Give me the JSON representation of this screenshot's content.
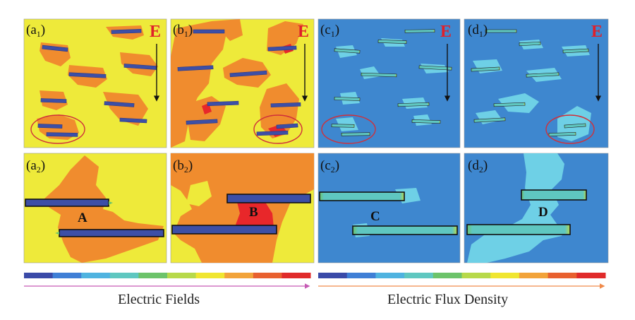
{
  "panels": [
    {
      "id": "a1",
      "letter": "(a",
      "sub": "1",
      "close": ")",
      "field_label": "E"
    },
    {
      "id": "b1",
      "letter": "(b",
      "sub": "1",
      "close": ")",
      "field_label": "E"
    },
    {
      "id": "c1",
      "letter": "(c",
      "sub": "1",
      "close": ")",
      "field_label": "E"
    },
    {
      "id": "d1",
      "letter": "(d",
      "sub": "1",
      "close": ")",
      "field_label": "E"
    },
    {
      "id": "a2",
      "letter": "(a",
      "sub": "2",
      "close": ")",
      "region_label": "A"
    },
    {
      "id": "b2",
      "letter": "(b",
      "sub": "2",
      "close": ")",
      "region_label": "B"
    },
    {
      "id": "c2",
      "letter": "(c",
      "sub": "2",
      "close": ")",
      "region_label": "C"
    },
    {
      "id": "d2",
      "letter": "(d",
      "sub": "2",
      "close": ")",
      "region_label": "D"
    }
  ],
  "colorbars": {
    "left_caption": "Electric Fields",
    "right_caption": "Electric Flux Density",
    "colors": [
      "#3a4aa8",
      "#3f7fd6",
      "#4fb3e0",
      "#5fc7c0",
      "#6cc36a",
      "#b7d94a",
      "#f0e630",
      "#f2a33a",
      "#e8602f",
      "#e02a2a"
    ]
  },
  "colors": {
    "field_yellow": "#eeea3a",
    "field_orange": "#f08c2e",
    "field_red": "#e8272a",
    "flux_blue": "#3e87cf",
    "flux_cyan": "#6ed0e6",
    "filler_blue": "#3d4fa6",
    "circle_red": "#d0303a",
    "left_arrow": "#c65ab4",
    "right_arrow": "#f08a4a"
  }
}
